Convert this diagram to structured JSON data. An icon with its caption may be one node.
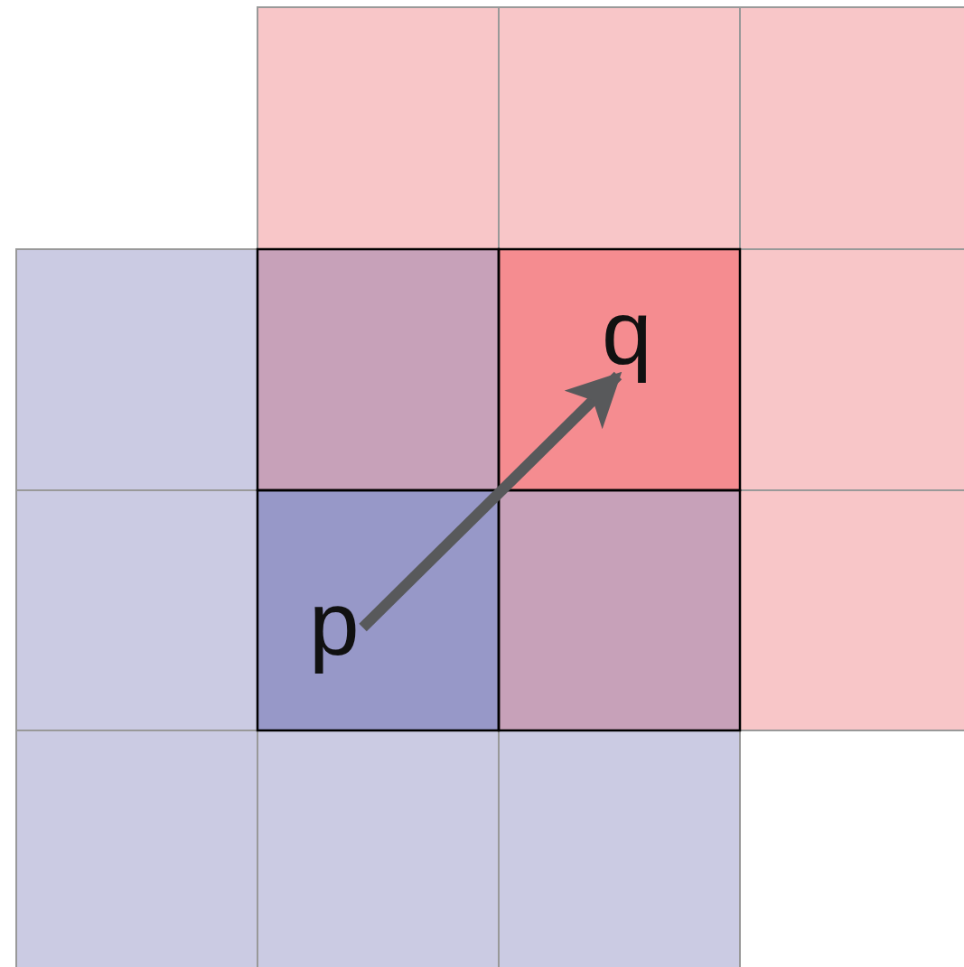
{
  "diagram": {
    "nodes": [
      {
        "text": [
          "p"
        ]
      },
      {
        "text": [
          "q"
        ]
      }
    ],
    "edges": [
      {
        "from": 0,
        "to": 1,
        "arrow": "to"
      }
    ]
  }
}
